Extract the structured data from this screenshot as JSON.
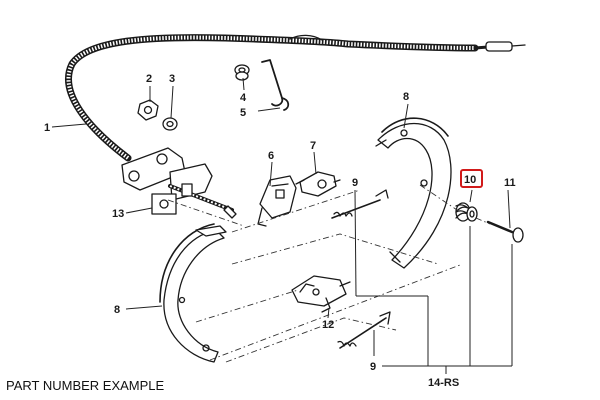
{
  "caption": "PART NUMBER EXAMPLE",
  "highlight_color": "#d11a1a",
  "callouts": [
    {
      "id": "c1",
      "text": "1"
    },
    {
      "id": "c2",
      "text": "2"
    },
    {
      "id": "c3",
      "text": "3"
    },
    {
      "id": "c4",
      "text": "4"
    },
    {
      "id": "c5",
      "text": "5"
    },
    {
      "id": "c6",
      "text": "6"
    },
    {
      "id": "c7",
      "text": "7"
    },
    {
      "id": "c8a",
      "text": "8"
    },
    {
      "id": "c8b",
      "text": "8"
    },
    {
      "id": "c9a",
      "text": "9"
    },
    {
      "id": "c9b",
      "text": "9"
    },
    {
      "id": "c10",
      "text": "10"
    },
    {
      "id": "c11",
      "text": "11"
    },
    {
      "id": "c12",
      "text": "12"
    },
    {
      "id": "c13",
      "text": "13"
    },
    {
      "id": "c14",
      "text": "14-RS"
    }
  ]
}
